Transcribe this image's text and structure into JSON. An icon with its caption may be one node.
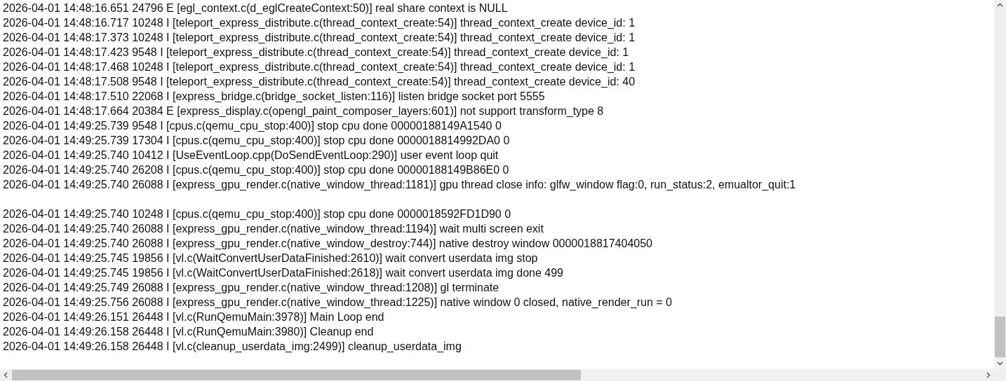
{
  "diagram": {
    "labels": [
      "2026-04-01 14:48:16.651 24796 E [egl_context.c(d_eglCreateContext:50)] real share context is NULL",
      "2026-04-01 14:48:16.717 10248 I [teleport_express_distribute.c(thread_context_create:54)] thread_context_create device_id: 1",
      "2026-04-01 14:48:17.373 10248 I [teleport_express_distribute.c(thread_context_create:54)] thread_context_create device_id: 1",
      "2026-04-01 14:48:17.423 9548 I [teleport_express_distribute.c(thread_context_create:54)] thread_context_create device_id: 1",
      "2026-04-01 14:48:17.468 10248 I [teleport_express_distribute.c(thread_context_create:54)] thread_context_create device_id: 1",
      "2026-04-01 14:48:17.508 9548 I [teleport_express_distribute.c(thread_context_create:54)] thread_context_create device_id: 40",
      "2026-04-01 14:48:17.510 22068 I [express_bridge.c(bridge_socket_listen:116)] listen bridge socket port 5555",
      "2026-04-01 14:48:17.664 20384 E [express_display.c(opengl_paint_composer_layers:601)] not support transform_type 8",
      "2026-04-01 14:49:25.739 9548 I [cpus.c(qemu_cpu_stop:400)] stop cpu done 00000188149A1540 0",
      "2026-04-01 14:49:25.739 17304 I [cpus.c(qemu_cpu_stop:400)] stop cpu done 0000018814992DA0 0",
      "2026-04-01 14:49:25.740 10412 I [UseEventLoop.cpp(DoSendEventLoop:290)] user event loop quit",
      "2026-04-01 14:49:25.740 26208 I [cpus.c(qemu_cpu_stop:400)] stop cpu done 00000188149B86E0 0",
      "2026-04-01 14:49:25.740 26088 I [express_gpu_render.c(native_window_thread:1181)] gpu thread close info: glfw_window flag:0, run_status:2, emualtor_quit:1",
      "2026-04-01 14:49:25.740 10248 I [cpus.c(qemu_cpu_stop:400)] stop cpu done 0000018592FD1D90 0",
      "2026-04-01 14:49:25.740 26088 I [express_gpu_render.c(native_window_thread:1194)] wait multi screen exit",
      "2026-04-01 14:49:25.740 26088 I [express_gpu_render.c(native_window_destroy:744)] native destroy window 0000018817404050",
      "2026-04-01 14:49:25.745 19856 I [vl.c(WaitConvertUserDataFinished:2610)] wait convert userdata img stop",
      "2026-04-01 14:49:25.745 19856 I [vl.c(WaitConvertUserDataFinished:2618)] wait convert userdata img done 499",
      "2026-04-01 14:49:25.749 26088 I [express_gpu_render.c(native_window_thread:1208)] gl terminate",
      "2026-04-01 14:49:25.756 26088 I [express_gpu_render.c(native_window_thread:1225)] native window 0 closed, native_render_run = 0",
      "2026-04-01 14:49:26.151 26448 I [vl.c(RunQemuMain:3978)] Main Loop end",
      "2026-04-01 14:49:26.158 26448 I [vl.c(RunQemuMain:3980)] Cleanup end",
      "2026-04-01 14:49:26.158 26448 I [vl.c(cleanup_userdata_img:2499)] cleanup_userdata_img"
    ]
  }
}
